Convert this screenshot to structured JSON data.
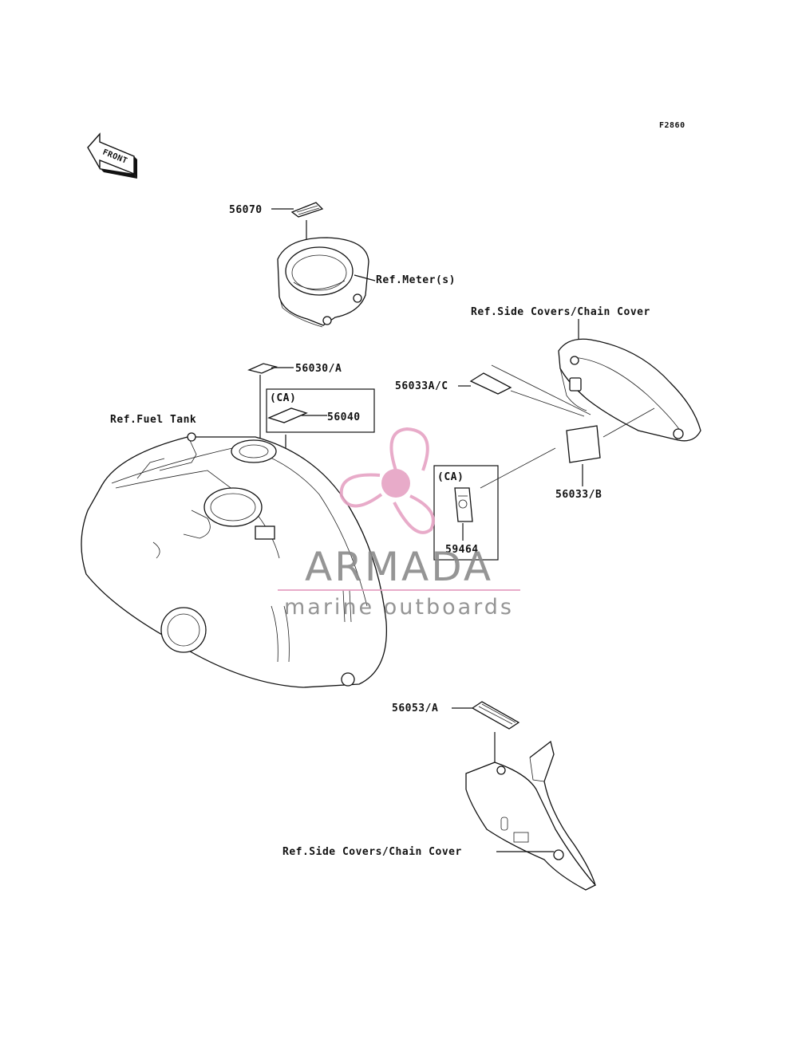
{
  "figure_id": "F2860",
  "front_arrow_text": "FRONT",
  "labels": {
    "p56070": "56070",
    "ref_meter": "Ref.Meter(s)",
    "ref_side_covers_top": "Ref.Side Covers/Chain Cover",
    "p56030a": "56030/A",
    "ca_1": "(CA)",
    "p56040": "56040",
    "ref_fuel_tank": "Ref.Fuel Tank",
    "p56033ac": "56033A/C",
    "ca_2": "(CA)",
    "p59464": "59464",
    "p56033b": "56033/B",
    "p56053a": "56053/A",
    "ref_side_covers_bottom": "Ref.Side Covers/Chain Cover"
  },
  "watermark": {
    "brand": "ARMADA",
    "tagline": "marine outboards",
    "brand_color": "#8a8a8a",
    "accent_color": "#e6a3c4"
  }
}
